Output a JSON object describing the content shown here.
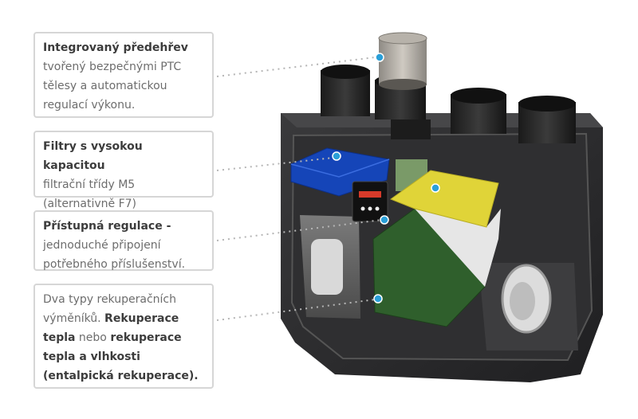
{
  "callouts": [
    {
      "title": "Integrovaný předehřev",
      "text": "tvořený bezpečnými PTC tělesy a automatickou regulací výkonu."
    },
    {
      "title": "Filtry s vysokou kapacitou",
      "text": "filtrační třídy M5 (alternativně F7)"
    },
    {
      "title": "Přístupná regulace -",
      "text": "jednoduché připojení potřebného příslušenství."
    },
    {
      "t1": "Dva typy rekuperačních výměníků.",
      "b1": "Rekuperace tepla",
      "t2": "nebo",
      "b2": "rekuperace tepla a vlhkosti (entalpická rekuperace)."
    }
  ],
  "colors": {
    "callout_border": "#d6d6d6",
    "marker": "#2a9fd8",
    "filter": "#1545b8",
    "exchanger_top": "#e0d438",
    "exchanger_front": "#2f5f2c",
    "housing": "#2b2b2d"
  }
}
